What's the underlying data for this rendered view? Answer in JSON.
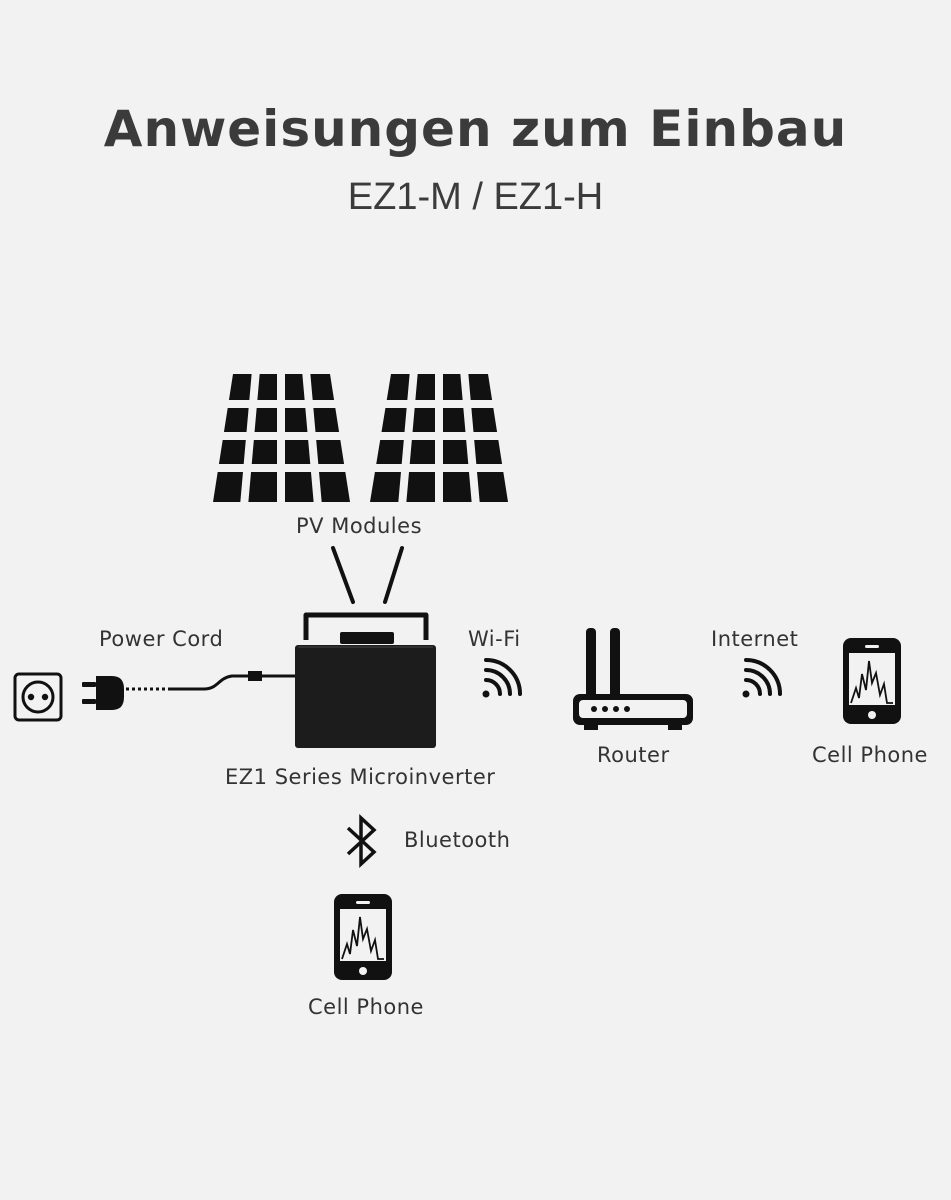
{
  "header": {
    "title": "Anweisungen zum Einbau",
    "subtitle": "EZ1-M / EZ1-H"
  },
  "labels": {
    "pv_modules": "PV Modules",
    "power_cord": "Power Cord",
    "wifi": "Wi-Fi",
    "internet": "Internet",
    "router": "Router",
    "cell_phone_right": "Cell Phone",
    "microinverter": "EZ1 Series Microinverter",
    "bluetooth": "Bluetooth",
    "cell_phone_bottom": "Cell Phone"
  },
  "colors": {
    "background": "#f2f2f2",
    "icon": "#111111",
    "text": "#333333",
    "title": "#3b3b3b"
  },
  "icons": [
    "solar-panel-icon",
    "wall-socket-icon",
    "plug-icon",
    "microinverter-icon",
    "wifi-signal-icon",
    "router-icon",
    "smartphone-icon",
    "bluetooth-icon"
  ]
}
